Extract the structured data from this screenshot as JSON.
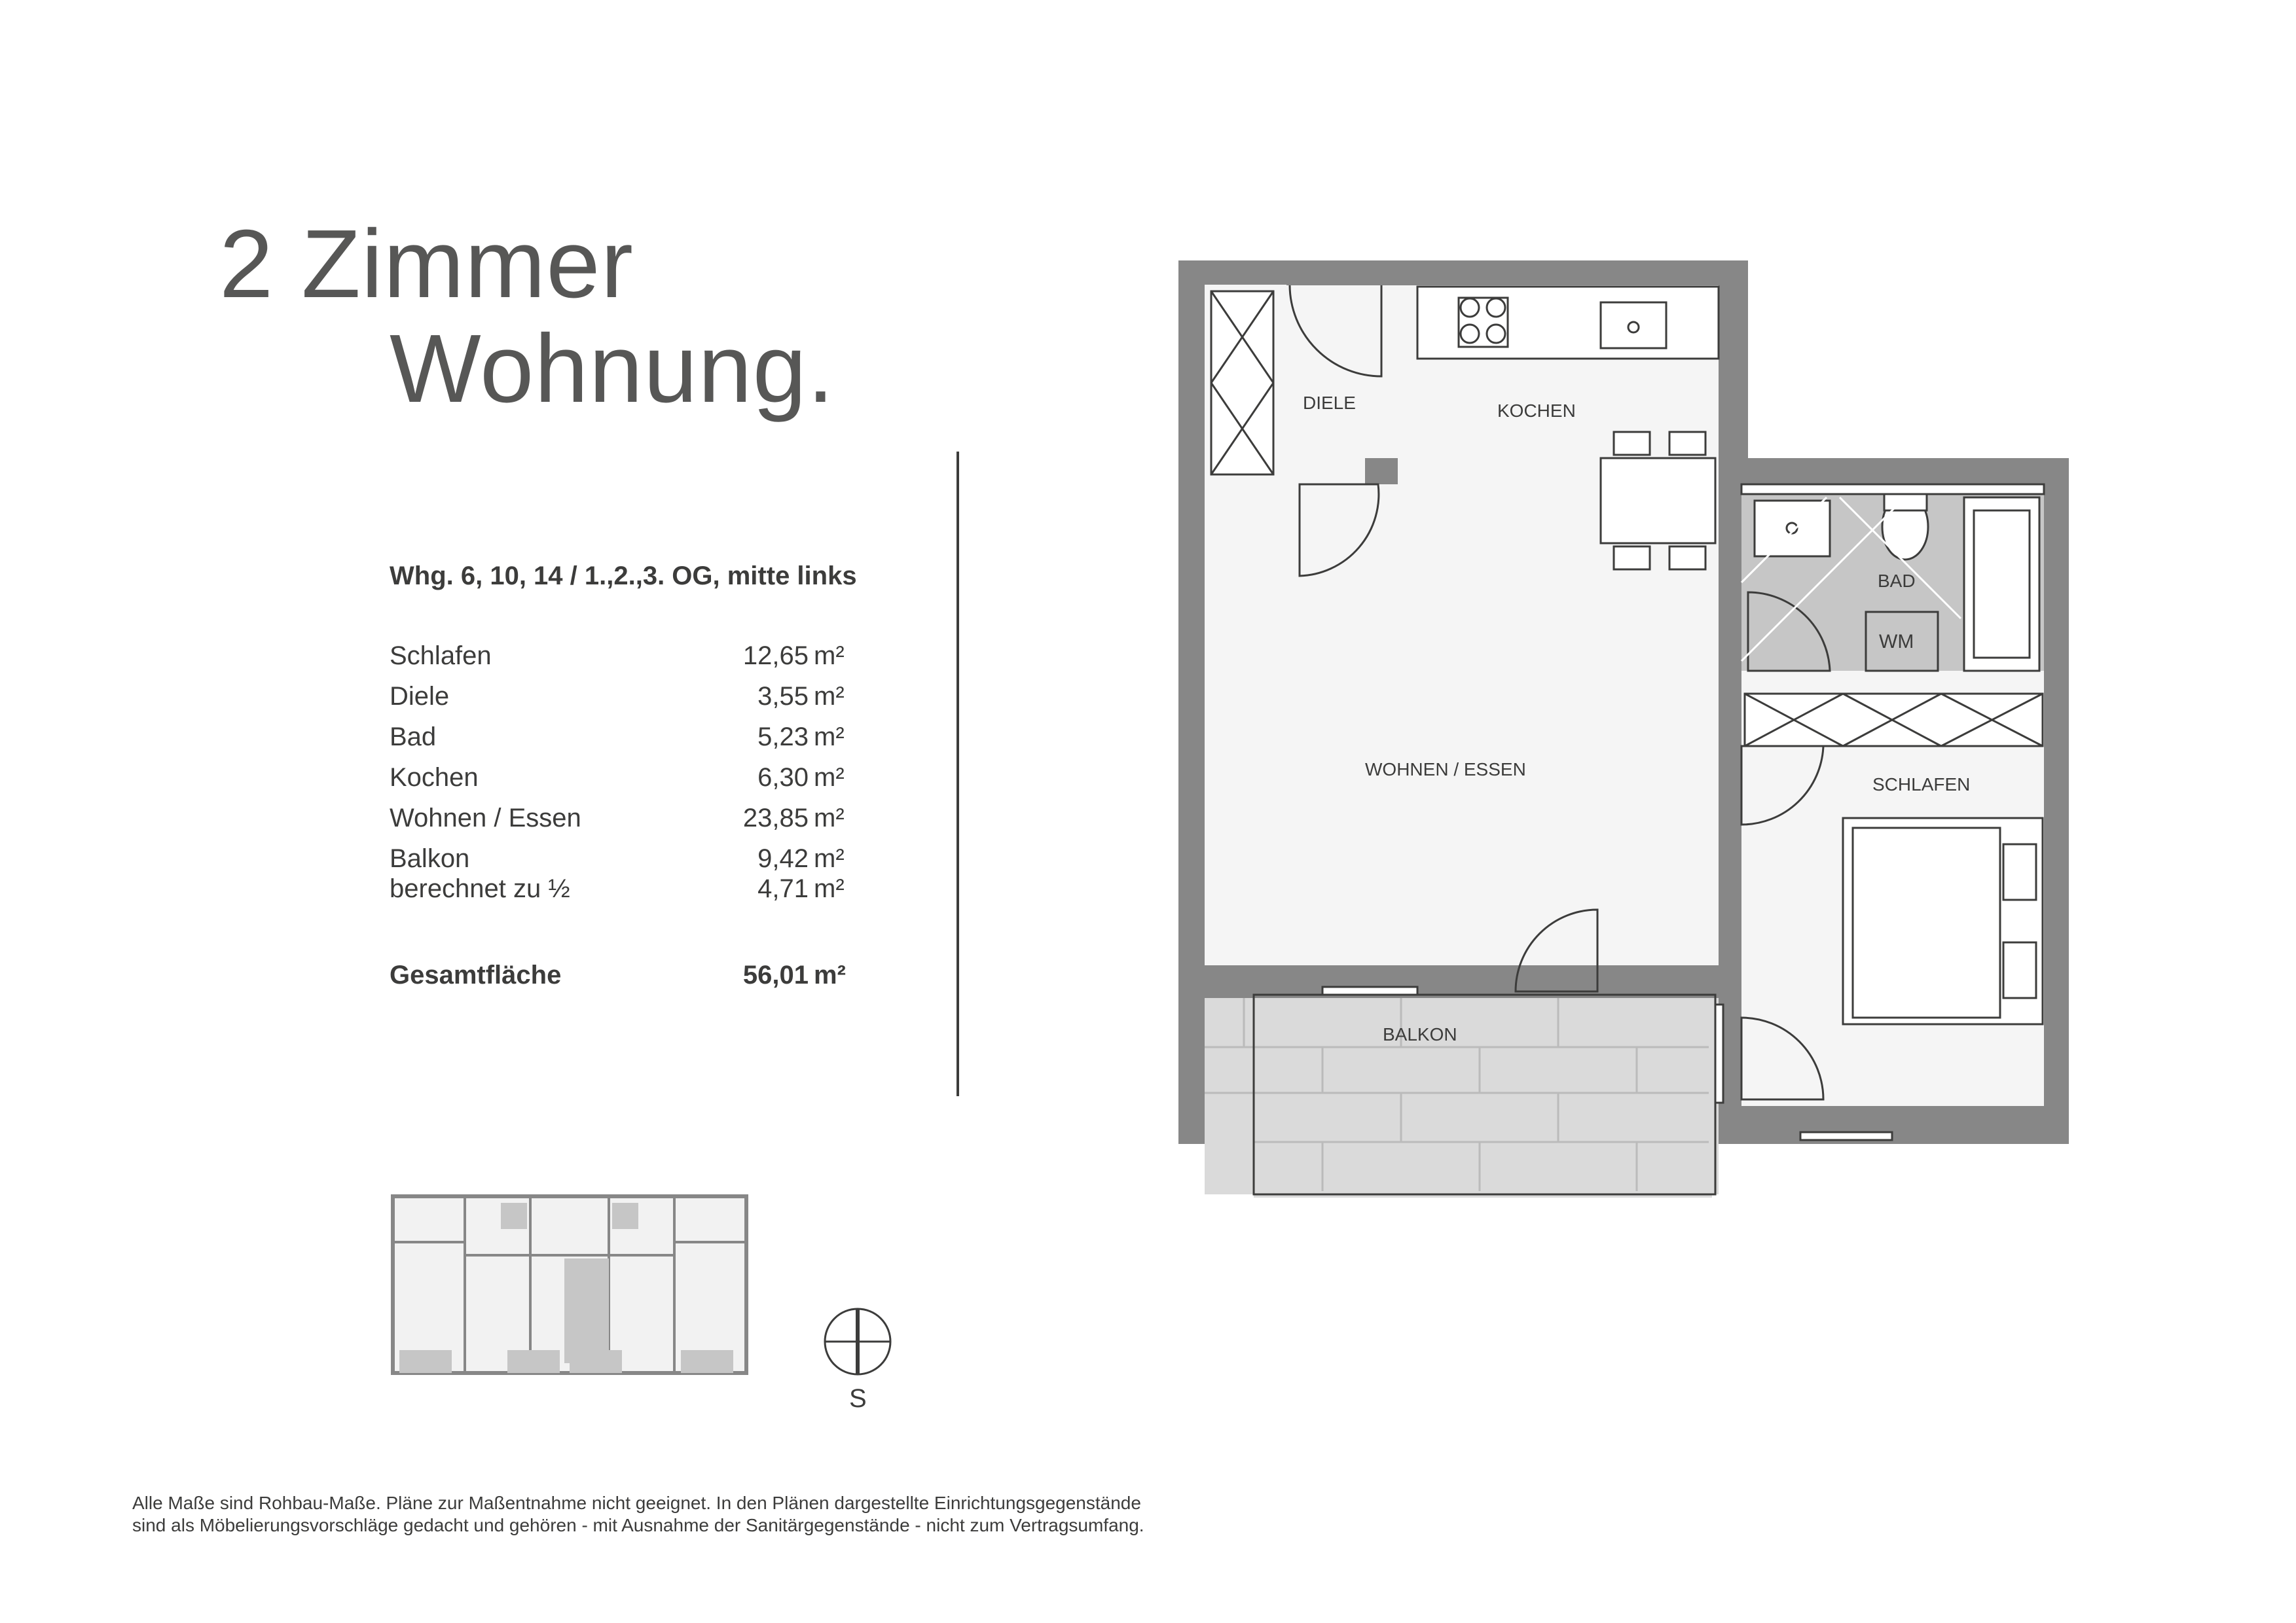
{
  "header": {
    "title_line1": "2 Zimmer",
    "title_line2": "Wohnung."
  },
  "apartment": {
    "subtitle": "Whg. 6, 10, 14 / 1.,2.,3. OG, mitte links",
    "rooms": [
      {
        "name": "Schlafen",
        "area": "12,65",
        "unit": "m²"
      },
      {
        "name": "Diele",
        "area": "3,55",
        "unit": "m²"
      },
      {
        "name": "Bad",
        "area": "5,23",
        "unit": "m²"
      },
      {
        "name": "Kochen",
        "area": "6,30",
        "unit": "m²"
      },
      {
        "name": "Wohnen / Essen",
        "area": "23,85",
        "unit": "m²"
      },
      {
        "name": "Balkon",
        "area": "9,42",
        "unit": "m²"
      },
      {
        "name": "berechnet zu ½",
        "area": "4,71",
        "unit": "m²"
      }
    ],
    "total": {
      "name": "Gesamtfläche",
      "area": "56,01",
      "unit": "m²"
    }
  },
  "floorplan": {
    "labels": {
      "diele": "DIELE",
      "kochen": "KOCHEN",
      "bad": "BAD",
      "wm": "WM",
      "wohnen": "WOHNEN / ESSEN",
      "schlafen": "SCHLAFEN",
      "balkon": "BALKON"
    },
    "colors": {
      "wall": "#878787",
      "floor": "#f5f5f5",
      "bath": "#c6c6c6",
      "balcony": "#dadada"
    }
  },
  "compass": {
    "label": "S"
  },
  "footnote": {
    "line1": "Alle Maße sind Rohbau-Maße. Pläne zur Maßentnahme nicht geeignet. In den Plänen dargestellte Einrichtungsgegenstände",
    "line2": "sind als Möbelierungsvorschläge gedacht und gehören - mit Ausnahme der Sanitärgegenstände - nicht zum Vertragsumfang."
  }
}
